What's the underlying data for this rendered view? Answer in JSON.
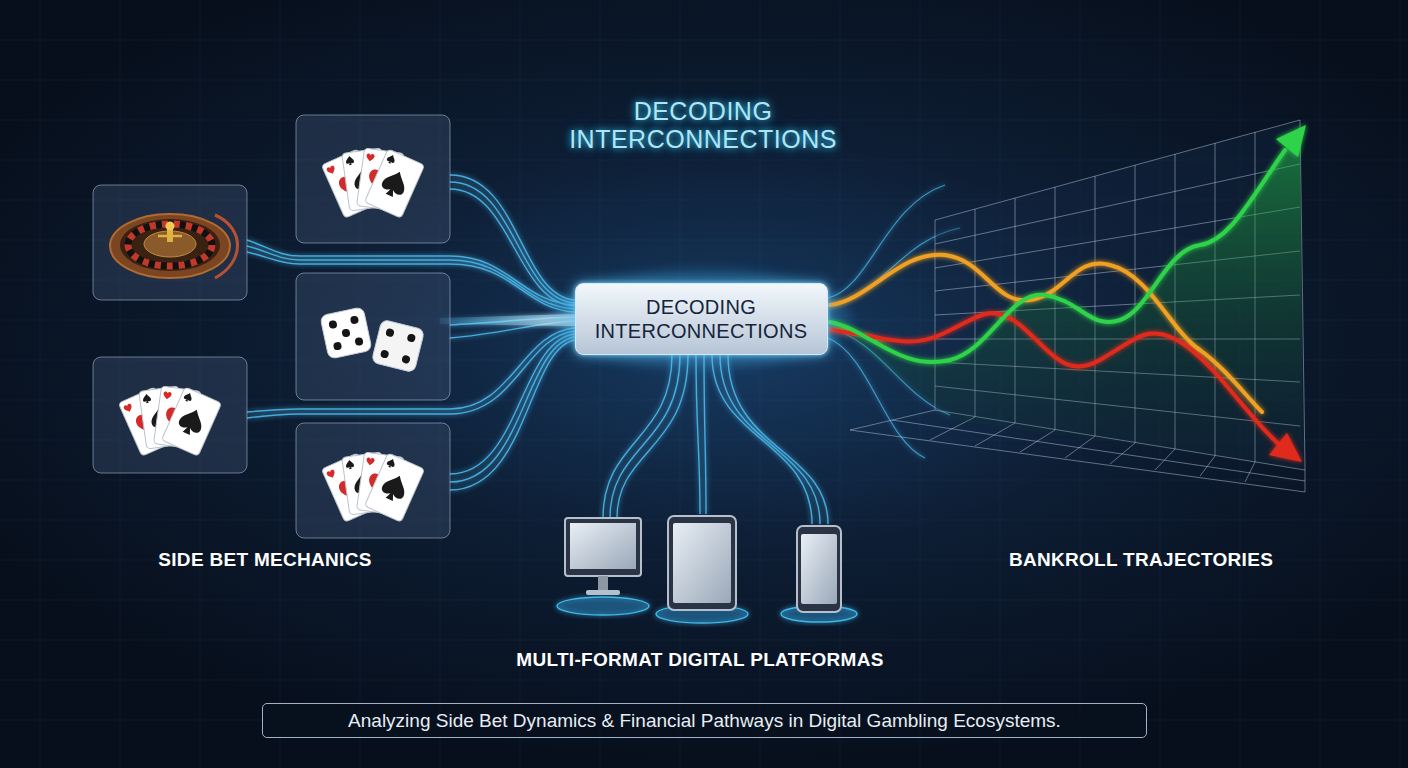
{
  "diagram": {
    "title": "DECODING INTERCONNECTIONS",
    "caption": "Analyzing Side Bet Dynamics & Financial Pathways in Digital Gambling Ecosystems.",
    "nodes": [
      {
        "text": [
          "DECODING INTERCONNECTIONS"
        ]
      }
    ],
    "labels": [
      "SIDE BET MECHANICS",
      "BANKROLL TRAJECTORIES",
      "MULTI-FORMAT DIGITAL PLATFORMAS"
    ]
  }
}
